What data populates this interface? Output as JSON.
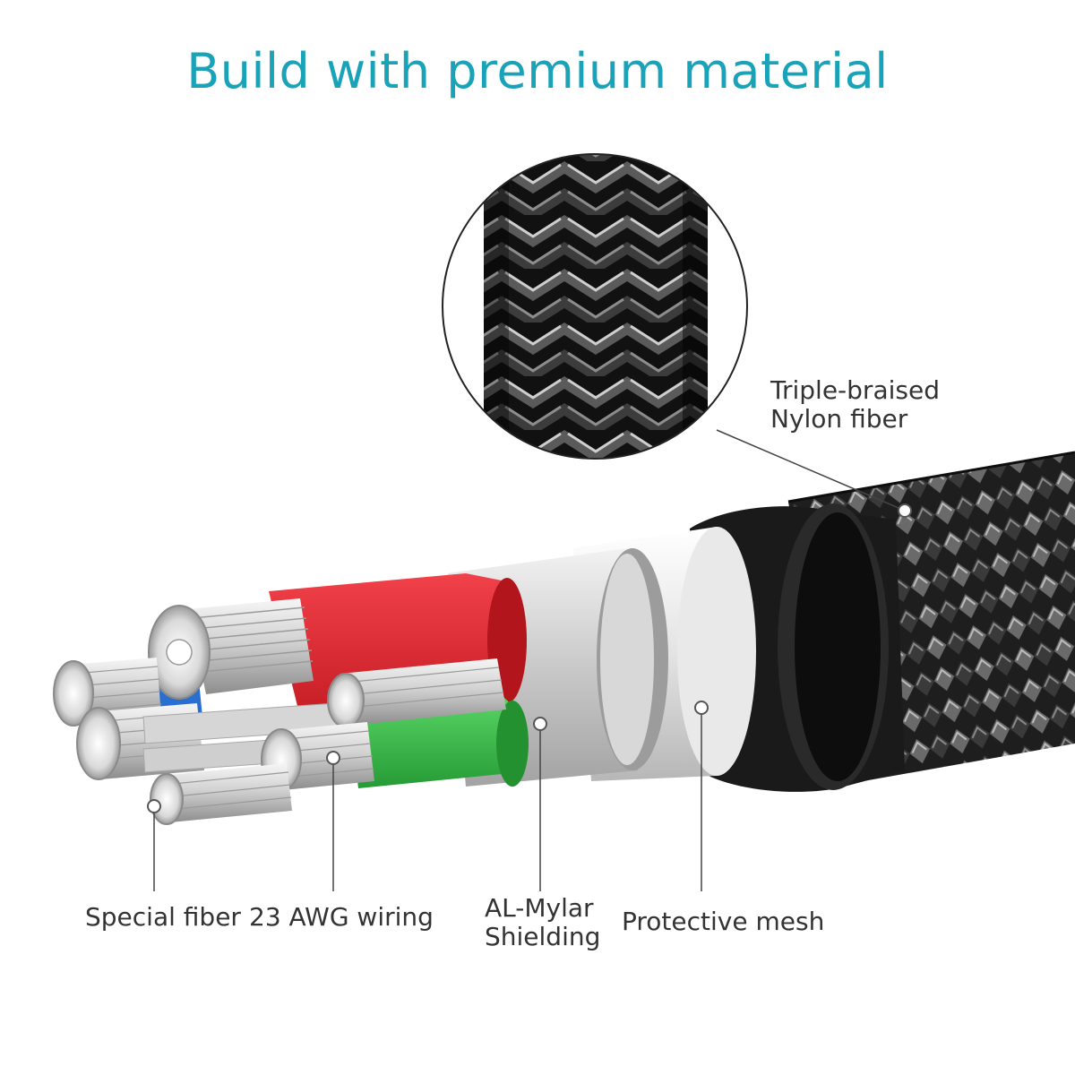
{
  "title": "Build with premium material",
  "labels": {
    "braid_line1": "Triple-braised",
    "braid_line2": "Nylon fiber",
    "special_fiber": "Special fiber",
    "wiring": "23 AWG wiring",
    "shield_line1": "AL-Mylar",
    "shield_line2": "Shielding",
    "mesh": "Protective mesh"
  },
  "colors": {
    "title": "#1aa3b8",
    "red_wire": "#e3232b",
    "green_wire": "#3dbb4a",
    "blue_wire": "#2a6fd0",
    "jacket": "#1c1c1c",
    "shield": "#c8c8c8"
  }
}
